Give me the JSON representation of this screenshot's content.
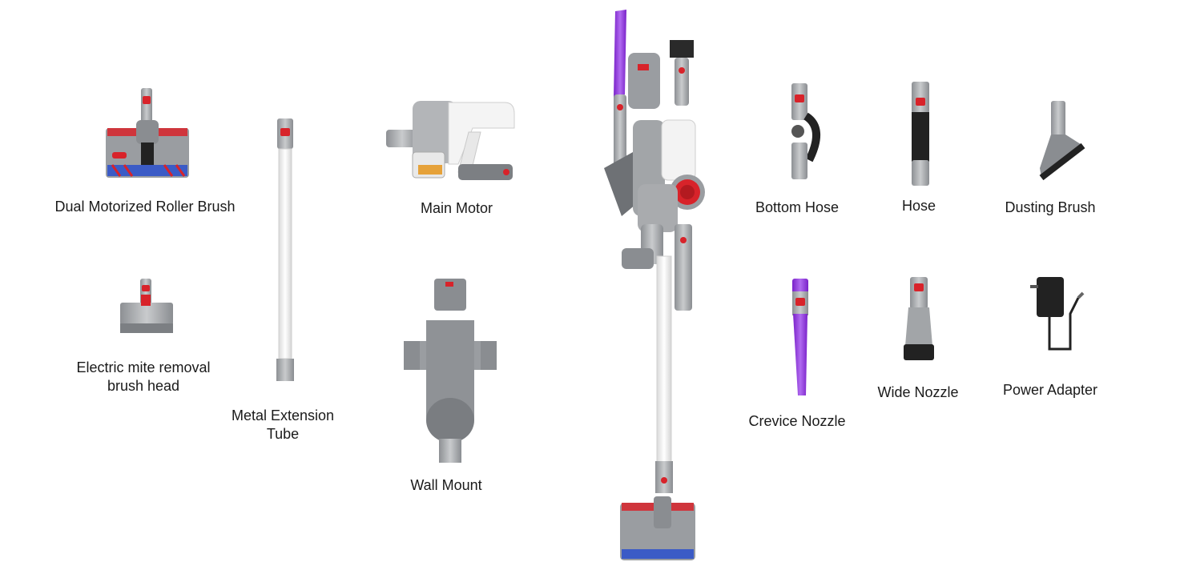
{
  "colors": {
    "silver": "#a9abae",
    "silver_dark": "#7c7f83",
    "red": "#d8232a",
    "purple": "#8b2fd9",
    "white_body": "#f2f2f2",
    "black": "#222222",
    "blue_bristle": "#3b5bc6"
  },
  "accessories": [
    {
      "id": "roller",
      "label": "Dual Motorized Roller Brush"
    },
    {
      "id": "mite",
      "label": "Electric mite removal brush head"
    },
    {
      "id": "tube",
      "label": "Metal Extension Tube"
    },
    {
      "id": "motor",
      "label": "Main Motor"
    },
    {
      "id": "mount",
      "label": "Wall Mount"
    },
    {
      "id": "bottom_hose",
      "label": "Bottom Hose"
    },
    {
      "id": "hose",
      "label": "Hose"
    },
    {
      "id": "dusting",
      "label": "Dusting Brush"
    },
    {
      "id": "crevice",
      "label": "Crevice Nozzle"
    },
    {
      "id": "wide",
      "label": "Wide Nozzle"
    },
    {
      "id": "adapter",
      "label": "Power Adapter"
    }
  ],
  "labels": {
    "roller": "Dual Motorized Roller Brush",
    "mite_line1": "Electric mite removal",
    "mite_line2": "brush head",
    "tube_line1": "Metal Extension",
    "tube_line2": "Tube",
    "motor": "Main Motor",
    "mount": "Wall Mount",
    "bottom_hose": "Bottom Hose",
    "hose": "Hose",
    "dusting": "Dusting Brush",
    "crevice": "Crevice Nozzle",
    "wide": "Wide Nozzle",
    "adapter": "Power Adapter"
  }
}
